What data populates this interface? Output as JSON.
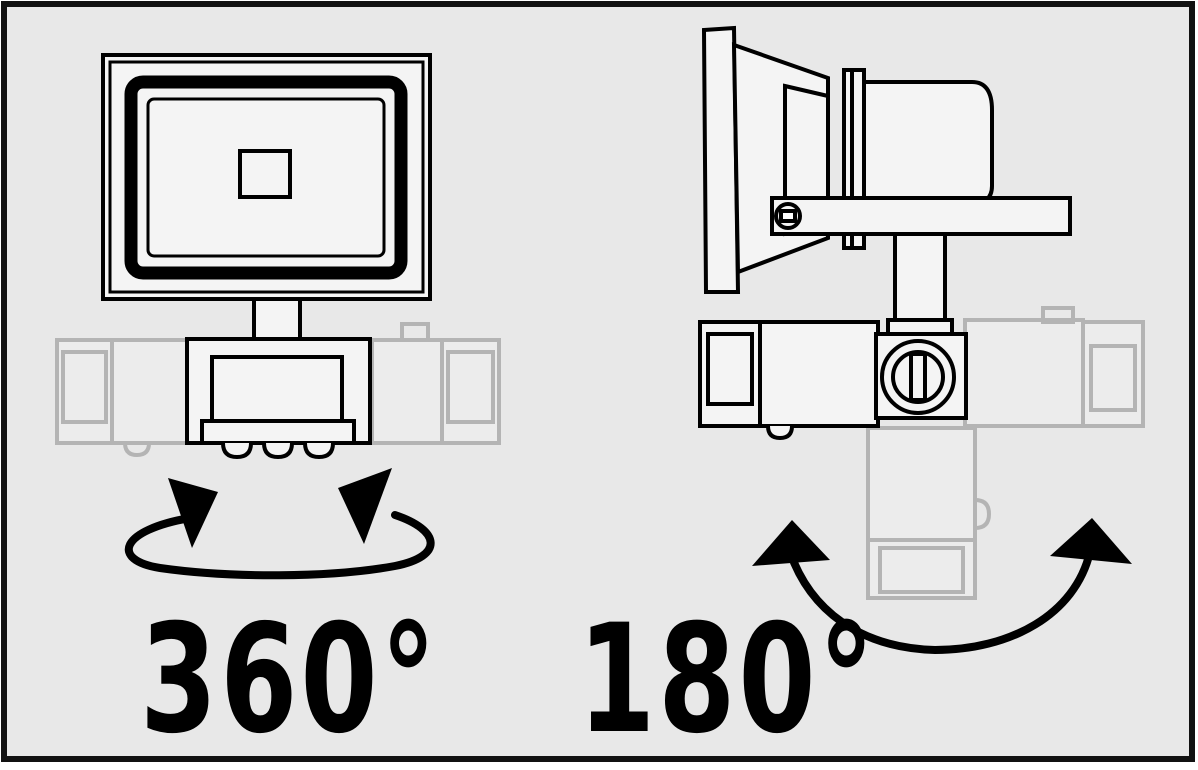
{
  "panel": {
    "background": "#e8e8e8",
    "border": "#111111",
    "ghost_stroke": "#b4b4b4",
    "ink": "#000000"
  },
  "left_view": {
    "rotation_label": "360°",
    "rotation_degrees": 360
  },
  "right_view": {
    "rotation_label": "180°",
    "rotation_degrees": 180
  }
}
